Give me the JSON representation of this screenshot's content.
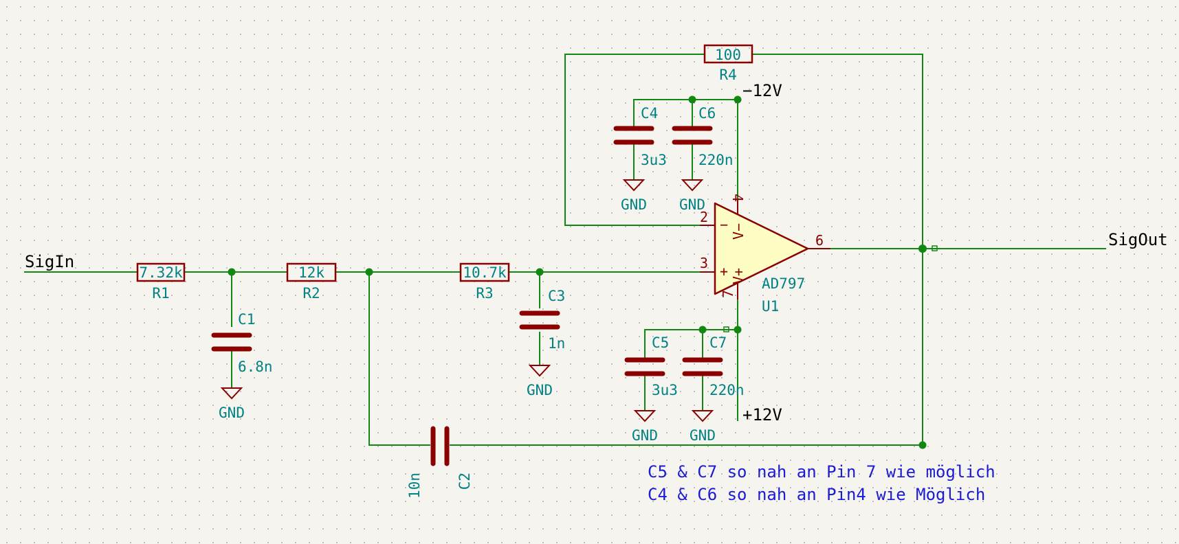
{
  "nets": {
    "sig_in": "SigIn",
    "sig_out": "SigOut",
    "neg_supply": "−12V",
    "pos_supply": "+12V",
    "ground": "GND"
  },
  "components": {
    "R1": {
      "ref": "R1",
      "value": "7.32k"
    },
    "R2": {
      "ref": "R2",
      "value": "12k"
    },
    "R3": {
      "ref": "R3",
      "value": "10.7k"
    },
    "R4": {
      "ref": "R4",
      "value": "100"
    },
    "C1": {
      "ref": "C1",
      "value": "6.8n"
    },
    "C2": {
      "ref": "C2",
      "value": "10n"
    },
    "C3": {
      "ref": "C3",
      "value": "1n"
    },
    "C4": {
      "ref": "C4",
      "value": "3u3"
    },
    "C5": {
      "ref": "C5",
      "value": "3u3"
    },
    "C6": {
      "ref": "C6",
      "value": "220n"
    },
    "C7": {
      "ref": "C7",
      "value": "220n"
    },
    "U1": {
      "ref": "U1",
      "value": "AD797",
      "pins": {
        "inv": "2",
        "noninv": "3",
        "out": "6",
        "vneg": "4",
        "vpos": "7"
      },
      "inv_sign": "−",
      "noninv_sign": "+",
      "vneg_label": "V−",
      "vpos_label": "V+"
    }
  },
  "notes": [
    "C5 & C7 so nah an Pin 7 wie möglich",
    "C4 & C6 so nah an Pin4 wie Möglich"
  ],
  "colors": {
    "wire": "#118811",
    "component": "#8b0000",
    "label": "#008284",
    "note": "#1a1ad8",
    "opamp_fill": "#fdfdc4"
  }
}
